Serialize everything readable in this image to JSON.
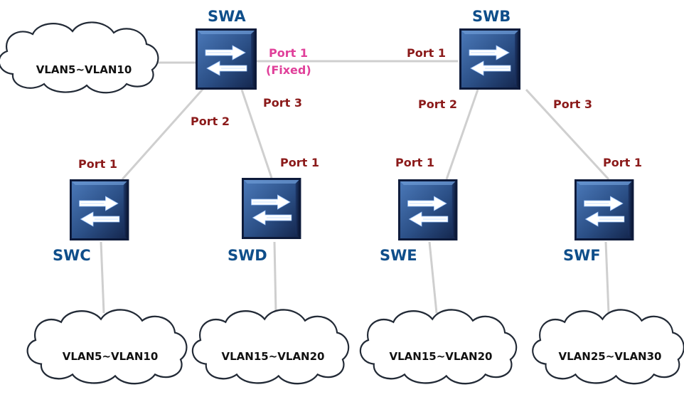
{
  "switches": {
    "swa": "SWA",
    "swb": "SWB",
    "swc": "SWC",
    "swd": "SWD",
    "swe": "SWE",
    "swf": "SWF"
  },
  "ports": {
    "swa_port1": "Port 1",
    "swa_port1_note": "(Fixed)",
    "swa_port2": "Port 2",
    "swa_port3": "Port 3",
    "swb_port1": "Port 1",
    "swb_port2": "Port 2",
    "swb_port3": "Port 3",
    "swc_port1": "Port 1",
    "swd_port1": "Port 1",
    "swe_port1": "Port 1",
    "swf_port1": "Port 1"
  },
  "clouds": {
    "swa_vlan": "VLAN5~VLAN10",
    "swc_vlan": "VLAN5~VLAN10",
    "swd_vlan": "VLAN15~VLAN20",
    "swe_vlan": "VLAN15~VLAN20",
    "swf_vlan": "VLAN25~VLAN30"
  },
  "colors": {
    "switch_body": "#2b4f86",
    "switch_dark": "#0d1a3a",
    "switch_label": "#0f4e8a",
    "port_label": "#8b1a1a",
    "fixed_port_label": "#e0409a",
    "link": "#cfcfcf"
  },
  "icons": {
    "switch": "network-switch-icon",
    "cloud": "vlan-cloud-icon"
  }
}
